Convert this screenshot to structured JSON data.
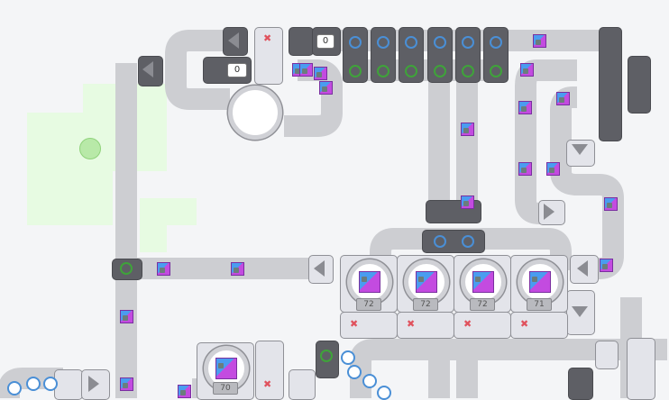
{
  "game": {
    "colors": {
      "belt": "#cdced2",
      "building_dark": "#5e5f65",
      "building_light": "#e3e4ea",
      "zone": "#e7fbe2",
      "item_blue": "#4a9cf0",
      "item_purple": "#c34be0"
    }
  },
  "counters": {
    "display_top": "0",
    "display_left": "0"
  },
  "storage": {
    "counts": [
      "72",
      "72",
      "72",
      "71",
      "70"
    ]
  }
}
